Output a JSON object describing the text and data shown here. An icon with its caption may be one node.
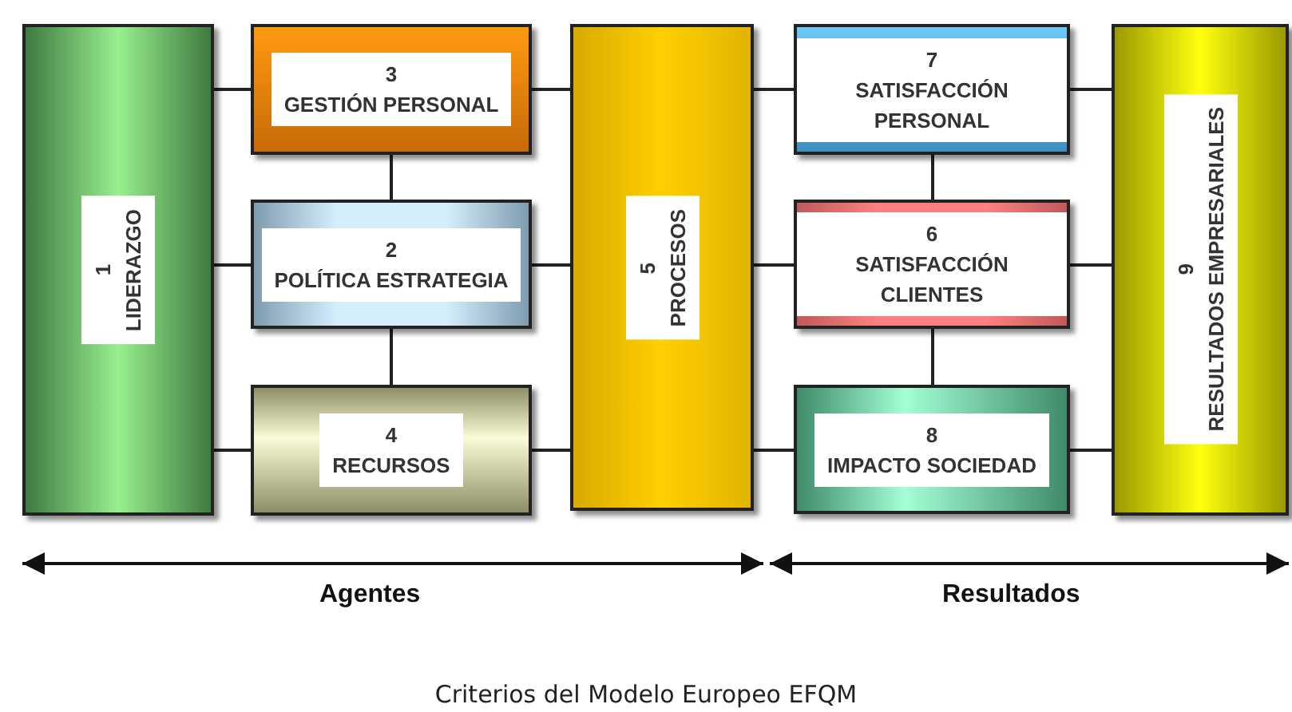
{
  "diagram": {
    "caption": "Criterios del Modelo Europeo EFQM",
    "nodes": [
      {
        "text": [
          "1",
          "LIDERAZGO"
        ]
      },
      {
        "text": [
          "3",
          "GESTIÓN PERSONAL"
        ]
      },
      {
        "text": [
          "2",
          "POLÍTICA ESTRATEGIA"
        ]
      },
      {
        "text": [
          "4",
          "RECURSOS"
        ]
      },
      {
        "text": [
          "5",
          "PROCESOS"
        ]
      },
      {
        "text": [
          "7",
          "SATISFACCIÓN PERSONAL"
        ]
      },
      {
        "text": [
          "6",
          "SATISFACCIÓN CLIENTES"
        ]
      },
      {
        "text": [
          "8",
          "IMPACTO SOCIEDAD"
        ]
      },
      {
        "text": [
          "9",
          "RESULTADOS EMPRESARIALES"
        ]
      }
    ],
    "edges": [
      {
        "from": 0,
        "to": 1,
        "arrow": "none"
      },
      {
        "from": 0,
        "to": 2,
        "arrow": "none"
      },
      {
        "from": 0,
        "to": 3,
        "arrow": "none"
      },
      {
        "from": 1,
        "to": 2,
        "arrow": "none"
      },
      {
        "from": 2,
        "to": 3,
        "arrow": "none"
      },
      {
        "from": 1,
        "to": 4,
        "arrow": "none"
      },
      {
        "from": 2,
        "to": 4,
        "arrow": "none"
      },
      {
        "from": 3,
        "to": 4,
        "arrow": "none"
      },
      {
        "from": 4,
        "to": 5,
        "arrow": "none"
      },
      {
        "from": 4,
        "to": 6,
        "arrow": "none"
      },
      {
        "from": 4,
        "to": 7,
        "arrow": "none"
      },
      {
        "from": 5,
        "to": 6,
        "arrow": "none"
      },
      {
        "from": 6,
        "to": 7,
        "arrow": "none"
      },
      {
        "from": 5,
        "to": 8,
        "arrow": "none"
      },
      {
        "from": 6,
        "to": 8,
        "arrow": "none"
      },
      {
        "from": 7,
        "to": 8,
        "arrow": "none"
      }
    ],
    "labels": [
      "Agentes",
      "Resultados"
    ]
  }
}
